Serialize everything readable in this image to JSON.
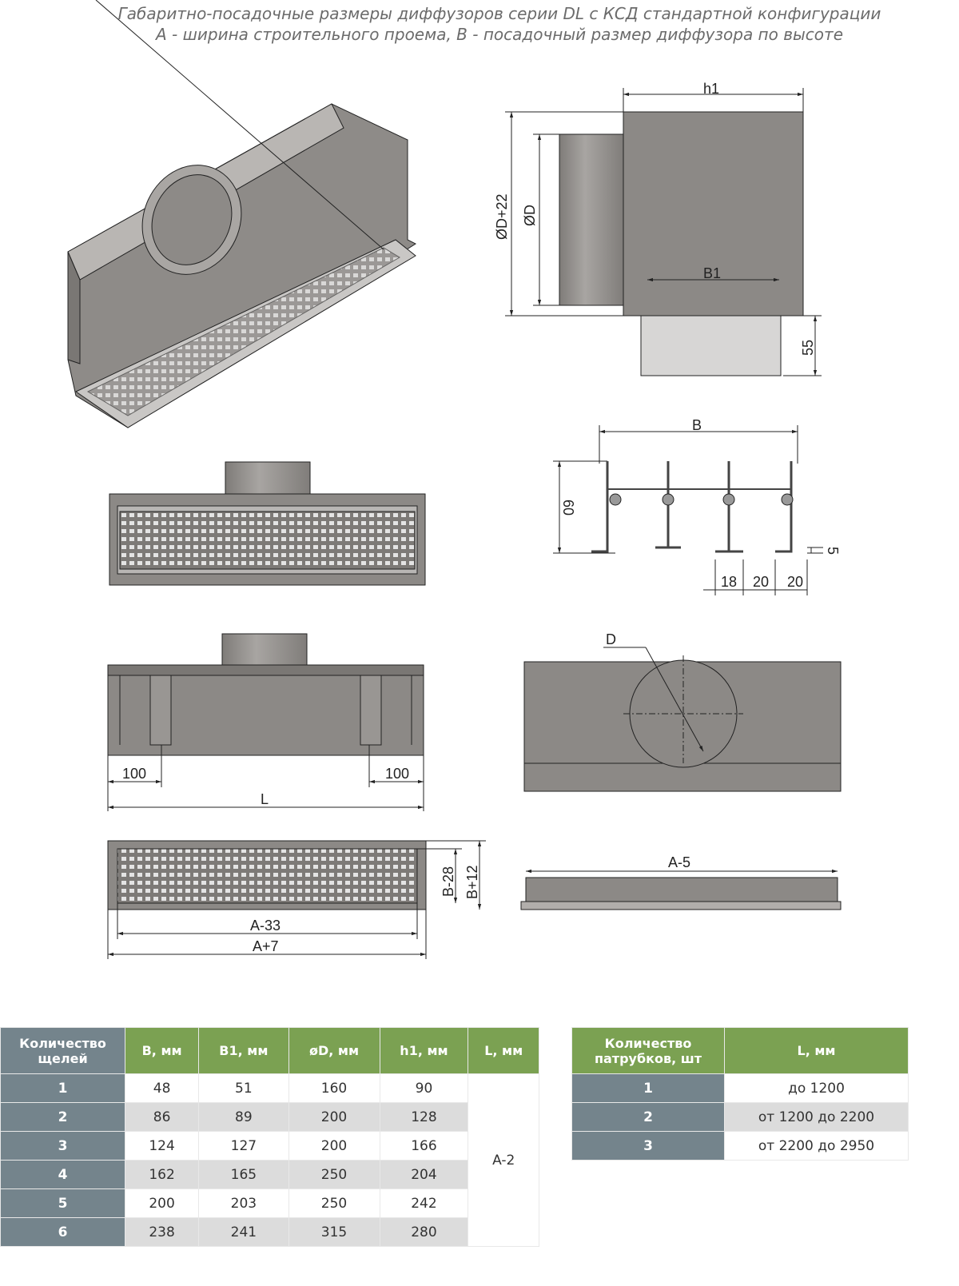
{
  "header": {
    "title_line1": "Габаритно-посадочные размеры диффузоров серии DL с КСД стандартной конфигурации",
    "title_line2": "А - ширина строительного проема, В - посадочный размер диффузора по высоте"
  },
  "dimensions": {
    "h1": "h1",
    "d_plus_22": "ØD+22",
    "d": "ØD",
    "b1": "B1",
    "h55": "55",
    "b": "B",
    "h60": "60",
    "h5": "5",
    "w18": "18",
    "w20a": "20",
    "w20b": "20",
    "left100": "100",
    "right100": "100",
    "l": "L",
    "d_circle": "D",
    "b_minus_28": "B-28",
    "b_plus_12": "B+12",
    "a_minus_33": "A-33",
    "a_plus_7": "A+7",
    "a_minus_5": "A-5"
  },
  "table_slots": {
    "headers": [
      "Количество щелей",
      "B, мм",
      "B1, мм",
      "øD, мм",
      "h1, мм",
      "L, мм"
    ],
    "rows": [
      [
        "1",
        "48",
        "51",
        "160",
        "90"
      ],
      [
        "2",
        "86",
        "89",
        "200",
        "128"
      ],
      [
        "3",
        "124",
        "127",
        "200",
        "166"
      ],
      [
        "4",
        "162",
        "165",
        "250",
        "204"
      ],
      [
        "5",
        "200",
        "203",
        "250",
        "242"
      ],
      [
        "6",
        "238",
        "241",
        "315",
        "280"
      ]
    ],
    "l_value": "A-2"
  },
  "table_nozzles": {
    "headers": [
      "Количество патрубков, шт",
      "L, мм"
    ],
    "rows": [
      [
        "1",
        "до 1200"
      ],
      [
        "2",
        "от 1200 до 2200"
      ],
      [
        "3",
        "от 2200 до 2950"
      ]
    ]
  },
  "colors": {
    "header_green": "#7ba152",
    "header_gray": "#74848c",
    "row_alt": "#dcdcdc",
    "metal": "#8c8986"
  }
}
